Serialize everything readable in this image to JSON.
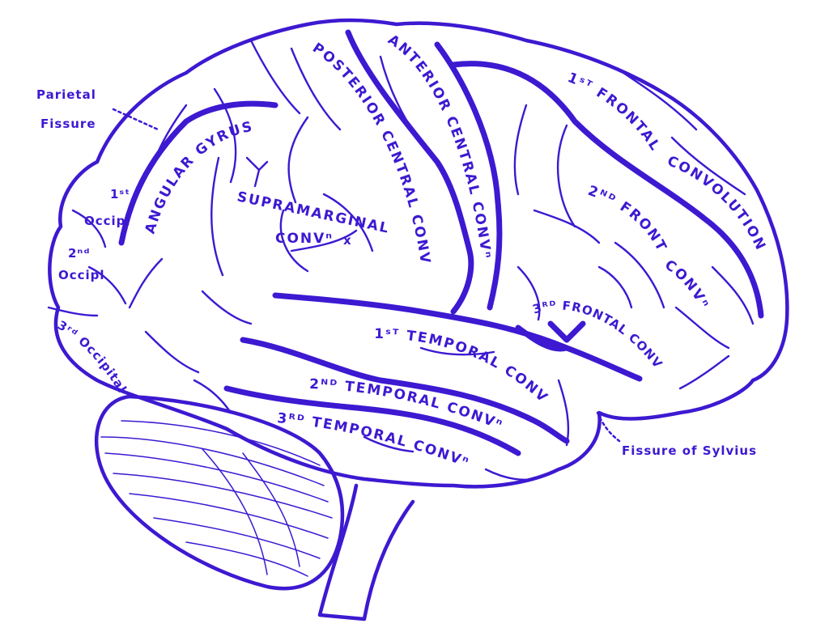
{
  "diagram": {
    "colors": {
      "ink": "#3d19d1",
      "background": "#ffffff"
    },
    "labels": {
      "parietal_fissure_1": "Parietal",
      "parietal_fissure_2": "Fissure",
      "angular_gyrus": "ANGULAR GYRUS",
      "supramarginal": "SUPRAMARGINAL",
      "supramarginal_conv": "CONVⁿ",
      "x_mark": "x",
      "posterior_central": "POSTERIOR CENTRAL CONVⁿ",
      "anterior_central": "ANTERIOR CENTRAL CONVⁿ",
      "first_frontal": "1ˢᵀ FRONTAL",
      "convolution": "CONVOLUTION",
      "second_frontal": "2ᴺᴰ FRONTAL",
      "second_frontal_conv": "CONVⁿ",
      "third_frontal": "3ᴿᴰ FRONTAL CONVⁿ",
      "first_occipital_1": "1ˢᵗ",
      "first_occipital_2": "Occipl",
      "second_occipital_1": "2ⁿᵈ",
      "second_occipital_2": "Occipl",
      "third_occipital": "3ʳᵈ Occipital",
      "first_temporal": "1ˢᵀ TEMPORAL CONVⁿ",
      "second_temporal": "2ᴺᴰ TEMPORAL CONVⁿ",
      "third_temporal": "3ᴿᴰ TEMPORAL CONVⁿ",
      "fissure_of_sylvius": "Fissure of Sylvius"
    }
  }
}
